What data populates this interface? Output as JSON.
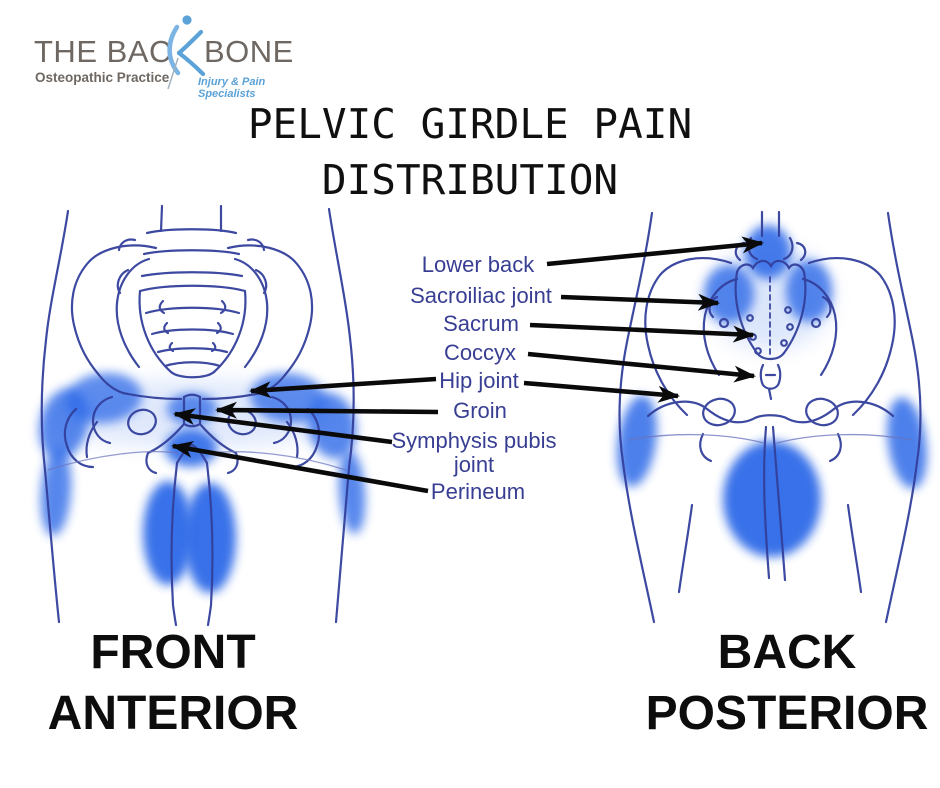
{
  "logo": {
    "brand_left": "THE BAC",
    "brand_right": "BONE",
    "subtitle": "Osteopathic Practice",
    "tagline": "Injury & Pain Specialists"
  },
  "title": {
    "line1": "PELVIC GIRDLE PAIN",
    "line2": "DISTRIBUTION"
  },
  "pain_labels": [
    {
      "text": "Lower back"
    },
    {
      "text": "Sacroiliac joint"
    },
    {
      "text": "Sacrum"
    },
    {
      "text": "Coccyx"
    },
    {
      "text": "Hip joint"
    },
    {
      "text": "Groin"
    },
    {
      "text": "Symphysis pubis joint"
    },
    {
      "text": "Perineum"
    }
  ],
  "captions": {
    "front": {
      "line1": "FRONT",
      "line2": "ANTERIOR"
    },
    "back": {
      "line1": "BACK",
      "line2": "POSTERIOR"
    }
  },
  "colors": {
    "pain_area": "#2e6be8",
    "line_art": "#33409c",
    "label_text": "#383f93",
    "arrow": "#0a0a0a",
    "logo_text": "#6f6862",
    "logo_accent": "#5aa2d8"
  }
}
